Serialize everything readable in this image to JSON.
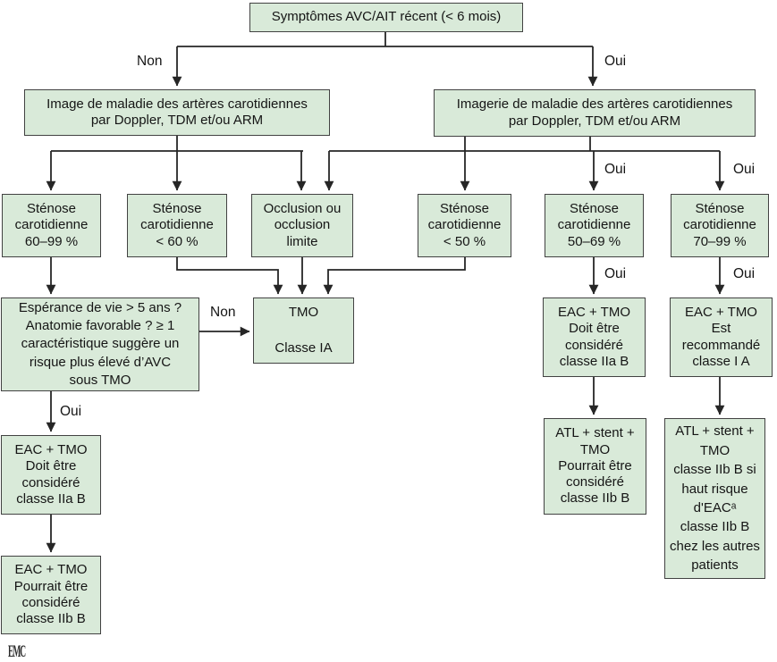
{
  "diagram_title": "Symptômes AVC/AIT récent (< 6 mois)",
  "colors": {
    "box_fill": "#d9ead9",
    "box_border": "#424242",
    "connector": "#262626",
    "text": "#151515",
    "background": "#ffffff"
  },
  "nodes": {
    "symptomes": "Symptômes AVC/AIT récent (< 6 mois)",
    "imagerie_non": "Image de maladie des artères carotidiennes\npar Doppler, TDM et/ou ARM",
    "imagerie_oui": "Imagerie de maladie des artères carotidiennes\npar Doppler, TDM et/ou ARM",
    "stenose_60_99": "Sténose\ncarotidienne\n60–99 %",
    "stenose_lt_60": "Sténose\ncarotidienne\n< 60 %",
    "occlusion": "Occlusion ou\nocclusion\nlimite",
    "stenose_lt_50": "Sténose\ncarotidienne\n< 50 %",
    "stenose_50_69": "Sténose\ncarotidienne\n50–69 %",
    "stenose_70_99": "Sténose\ncarotidienne\n70–99 %",
    "esperance": "Espérance de vie > 5 ans ?\nAnatomie favorable ? ≥ 1\ncaractéristique suggère un\nrisque plus élevé d’AVC\nsous TMO",
    "tmo": "TMO\n\nClasse IA",
    "eac_considere_right": "EAC + TMO\nDoit être\nconsidéré\nclasse IIa B",
    "eac_recommande": "EAC + TMO\nEst\nrecommandé\nclasse I A",
    "eac_considere_left": "EAC + TMO\nDoit être\nconsidéré\nclasse IIa B",
    "atl_stent_pourrait": "ATL + stent +\nTMO\nPourrait être\nconsidéré\nclasse IIb B",
    "atl_stent_haut_risque": "ATL + stent +\nTMO\nclasse IIb B si\nhaut risque\nd'EACᵃ\nclasse IIb B\nchez les autres\npatients",
    "eac_pourrait_left": "EAC + TMO\nPourrait être\nconsidéré\nclasse IIb B"
  },
  "labels": {
    "non": "Non",
    "oui": "Oui"
  },
  "footer": {
    "logo": "EMC"
  }
}
